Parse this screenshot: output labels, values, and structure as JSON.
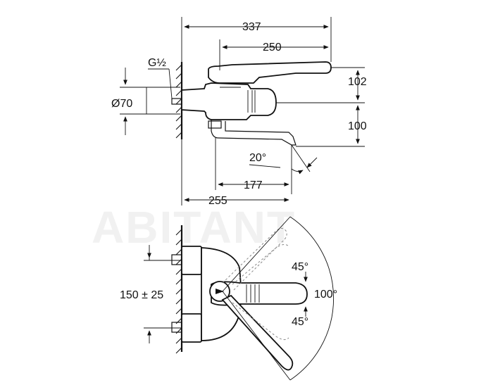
{
  "watermark": "ABITANT",
  "side_view": {
    "dim_overall_width": "337",
    "dim_handle_length": "250",
    "dim_thread": "G½",
    "dim_diameter": "Ø70",
    "dim_upper_height": "102",
    "dim_lower_height": "100",
    "dim_spout_angle": "20°",
    "dim_spout_reach": "177",
    "dim_wall_to_spout": "255"
  },
  "top_view": {
    "dim_centres": "150 ± 25",
    "dim_angle_upper": "45°",
    "dim_angle_total": "100°",
    "dim_angle_lower": "45°"
  }
}
